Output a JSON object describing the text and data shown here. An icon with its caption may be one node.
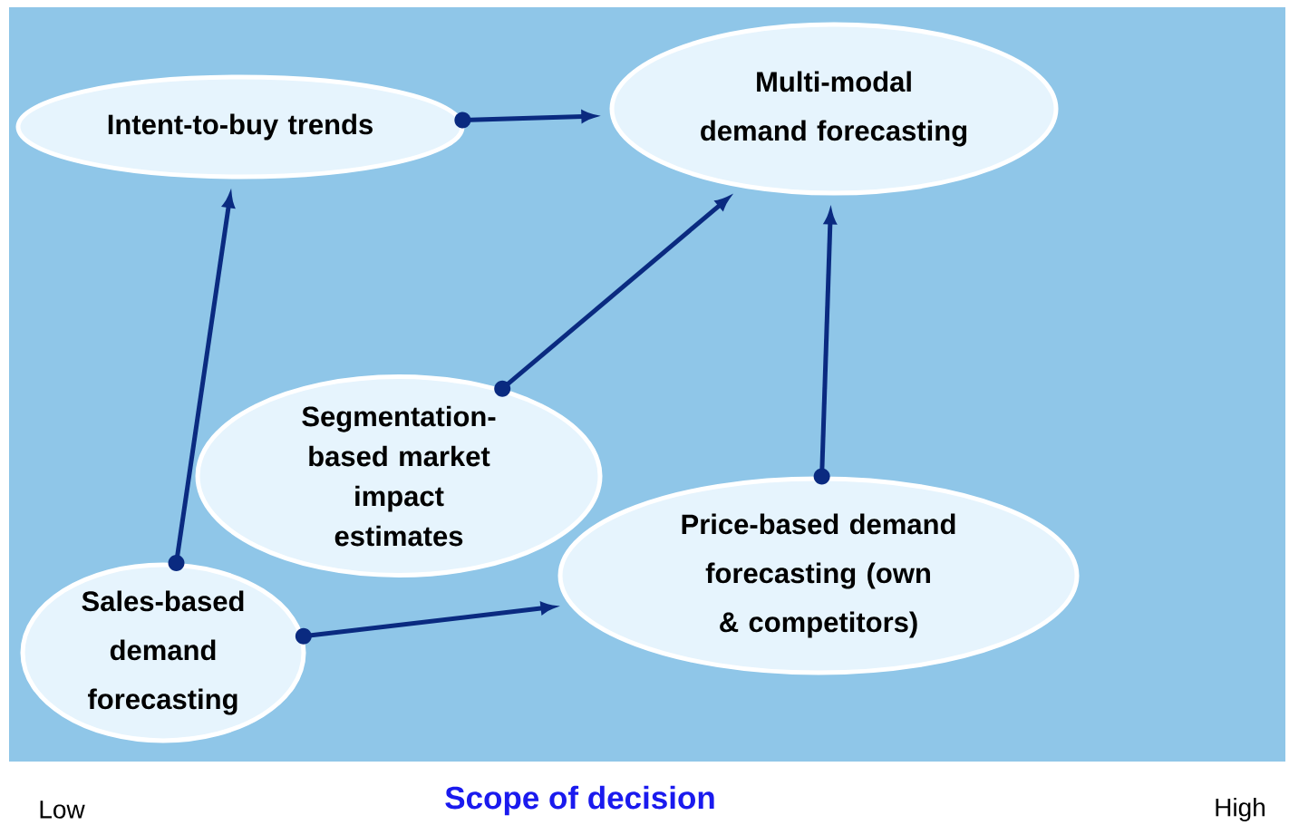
{
  "diagram": {
    "nodes": [
      {
        "text": [
          "Intent-to-buy trends"
        ]
      },
      {
        "text": [
          "Multi-modal demand forecasting"
        ]
      },
      {
        "text": [
          "Segmentation-based market impact estimates"
        ]
      },
      {
        "text": [
          "Price-based demand forecasting (own & competitors)"
        ]
      },
      {
        "text": [
          "Sales-based demand forecasting"
        ]
      }
    ],
    "edges": [
      {
        "from": 4,
        "to": 0,
        "arrow": "to"
      },
      {
        "from": 0,
        "to": 1,
        "arrow": "to"
      },
      {
        "from": 2,
        "to": 1,
        "arrow": "to"
      },
      {
        "from": 3,
        "to": 1,
        "arrow": "to"
      },
      {
        "from": 4,
        "to": 3,
        "arrow": "to"
      }
    ],
    "labels": [
      "Low",
      "Scope of decision",
      "High"
    ]
  }
}
